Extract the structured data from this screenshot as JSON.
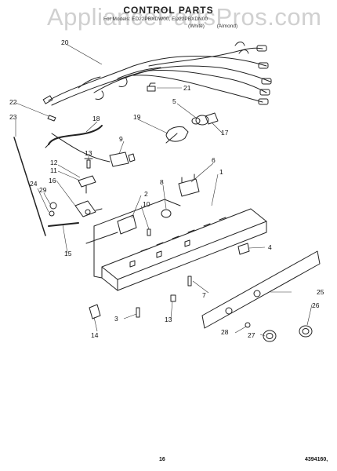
{
  "watermark": "AppliancePartsPros.com",
  "title": "CONTROL PARTS",
  "subtitle": "For Models: ED22PBXDW00, ED22PBXDN00",
  "variants": [
    "(White)",
    "(Almond)"
  ],
  "callouts": [
    "20",
    "21",
    "22",
    "5",
    "23",
    "18",
    "19",
    "17",
    "9",
    "13",
    "12",
    "11",
    "6",
    "1",
    "24",
    "16",
    "8",
    "29",
    "2",
    "10",
    "15",
    "4",
    "25",
    "7",
    "26",
    "3",
    "13",
    "14",
    "28",
    "27"
  ],
  "footer": {
    "page_number": "16",
    "doc_code": "4394160,"
  }
}
